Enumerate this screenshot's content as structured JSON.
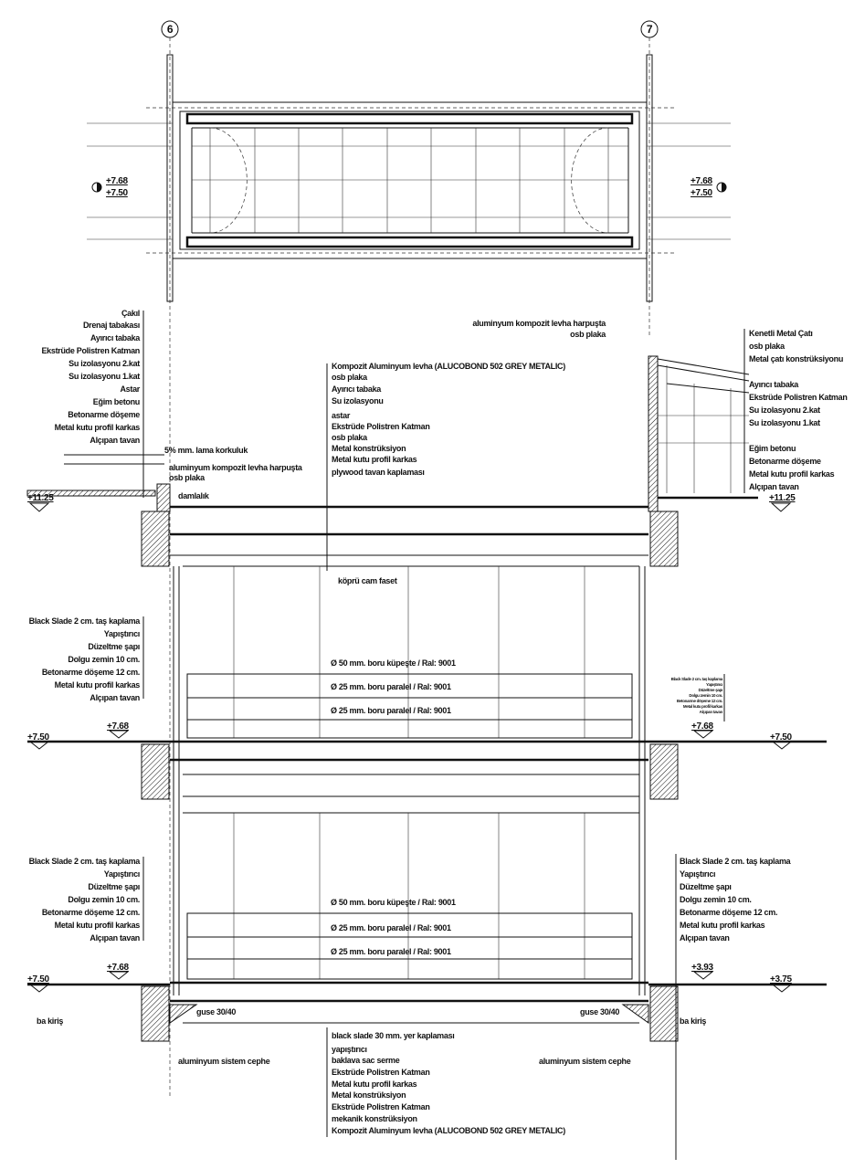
{
  "axes": {
    "left": "6",
    "right": "7"
  },
  "plan_levels": {
    "upper": "+7.68",
    "lower": "+7.50"
  },
  "roof_left_stack": [
    "Çakıl",
    "Drenaj tabakası",
    "Ayırıcı tabaka",
    "Ekstrüde Polistren Katman",
    "Su izolasyonu 2.kat",
    "Su izolasyonu 1.kat",
    "Astar",
    "Eğim betonu",
    "Betonarme döşeme",
    "Metal kutu profil karkas",
    "Alçıpan tavan"
  ],
  "parapet_labels": {
    "railing": "5% mm. lama korkuluk",
    "coping": "aluminyum kompozit levha harpuşta",
    "osb": "osb plaka",
    "drip": "damlalık"
  },
  "top_right_labels": {
    "coping": "aluminyum kompozit levha harpuşta",
    "osb": "osb plaka"
  },
  "bridge_roof_stack": [
    "Kompozit Aluminyum levha  (ALUCOBOND 502 GREY METALIC)",
    "osb plaka",
    "Ayırıcı tabaka",
    "Su izolasyonu",
    "astar",
    "Ekstrüde Polistren Katman",
    "osb plaka",
    "Metal konstrüksiyon",
    "Metal kutu profil karkas",
    "plywood tavan kaplaması"
  ],
  "right_roof_stack": {
    "top": [
      "Kenetli Metal Çatı",
      "osb plaka",
      "Metal çatı konstrüksiyonu"
    ],
    "middle": [
      "Ayırıcı tabaka",
      "Ekstrüde Polistren Katman",
      "Su izolasyonu 2.kat",
      "Su izolasyonu 1.kat"
    ],
    "bottom": [
      "Eğim betonu",
      "Betonarme döşeme",
      "Metal kutu profil karkas",
      "Alçıpan tavan"
    ]
  },
  "levels": {
    "roof_left": "+11.25",
    "roof_right": "+11.25",
    "mid_left_outer": "+7.50",
    "mid_left_inner": "+7.68",
    "mid_right_inner": "+7.68",
    "mid_right_outer": "+7.50",
    "low_left_outer": "+7.50",
    "low_left_inner": "+7.68",
    "low_right_inner": "+3.93",
    "low_right_outer": "+3.75"
  },
  "glass_facet": "köprü cam faset",
  "floor_stack": [
    "Black Slade 2 cm. taş kaplama",
    "Yapıştırıcı",
    "Düzeltme şapı",
    "Dolgu zemin 10 cm.",
    "Betonarme döşeme 12 cm.",
    "Metal kutu profil karkas",
    "Alçıpan tavan"
  ],
  "railing": {
    "handrail": "Ø 50 mm. boru küpeşte / Ral: 9001",
    "rail1": "Ø 25 mm. boru paralel / Ral: 9001",
    "rail2": "Ø 25 mm. boru paralel / Ral: 9001"
  },
  "lower_labels": {
    "beam_left": "ba kiriş",
    "beam_right": "ba kiriş",
    "haunch_left": "guse 30/40",
    "haunch_right": "guse 30/40",
    "facade_left": "aluminyum sistem cephe",
    "facade_right": "aluminyum sistem cephe"
  },
  "bridge_floor_stack": [
    "black slade 30 mm. yer kaplaması",
    "yapıştırıcı",
    "baklava sac serme",
    "Ekstrüde Polistren Katman",
    "Metal kutu profil karkas",
    "Metal konstrüksiyon",
    "Ekstrüde Polistren Katman",
    "mekanik konstrüksiyon",
    "Kompozit Aluminyum levha  (ALUCOBOND 502 GREY METALIC)"
  ]
}
